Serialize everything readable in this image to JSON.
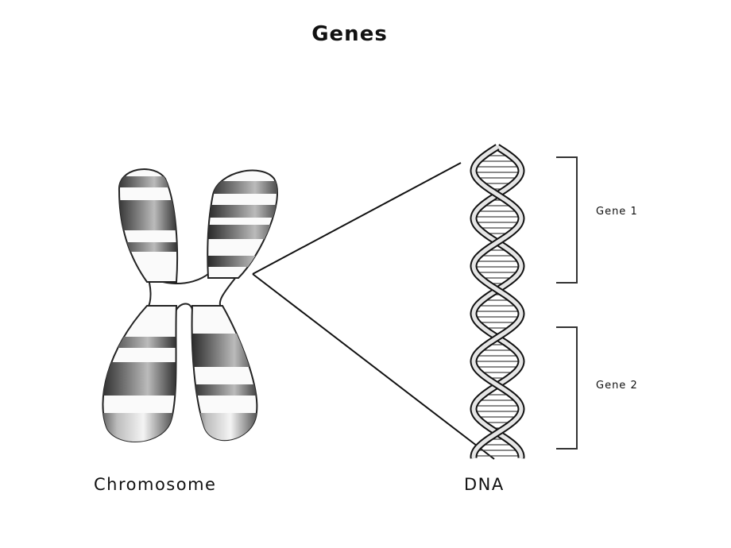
{
  "title": "Genes",
  "labels": {
    "chromosome": "Chromosome",
    "dna": "DNA",
    "gene1": "Gene 1",
    "gene2": "Gene 2"
  }
}
